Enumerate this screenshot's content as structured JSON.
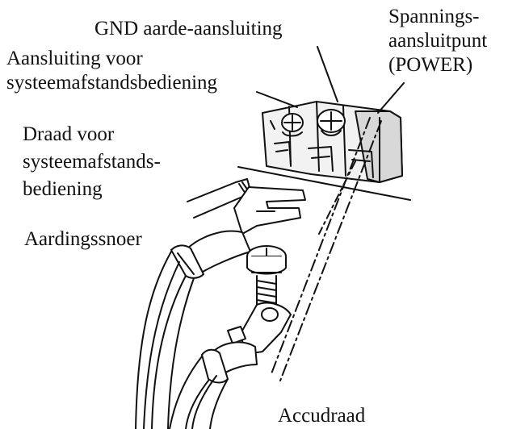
{
  "labels": {
    "gnd": "GND aarde-aansluiting",
    "remote_terminal": [
      "Aansluiting voor",
      "systeemafstandsbediening"
    ],
    "power_terminal": [
      "Spannings-",
      "aansluitpunt",
      "(POWER)"
    ],
    "remote_wire": [
      "Draad voor",
      "systeemafstands-",
      "bediening"
    ],
    "ground_wire": "Aardingssnoer",
    "battery_wire": "Accudraad"
  },
  "colors": {
    "ink": "#111111",
    "block_fill": "#f2f2f2",
    "block_shade": "#d8d8d8",
    "wire_fill": "#ffffff"
  }
}
